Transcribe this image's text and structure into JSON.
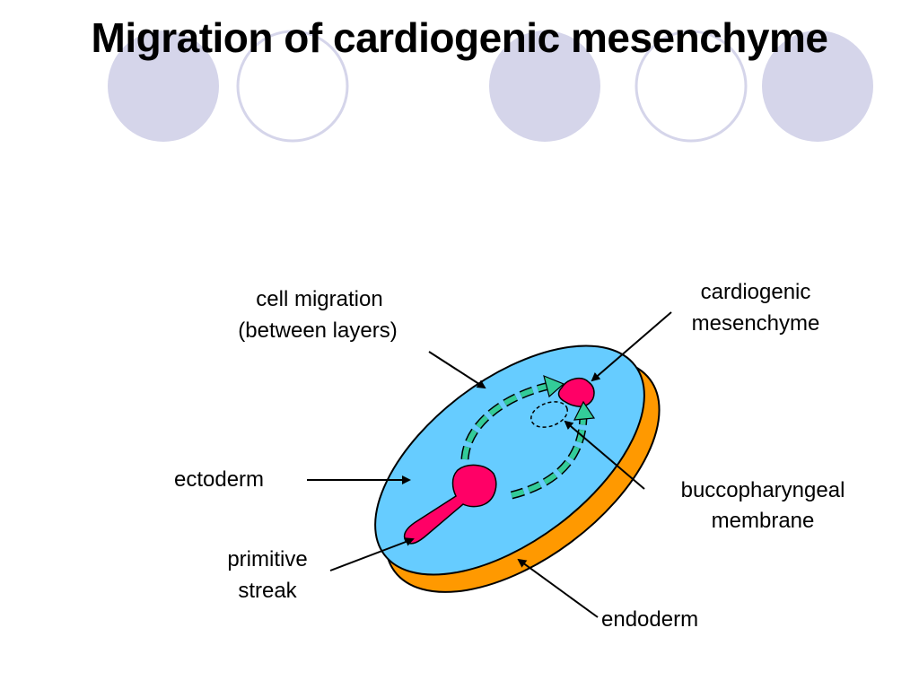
{
  "slide": {
    "title": "Migration of cardiogenic mesenchyme"
  },
  "diagram": {
    "labels": {
      "cell_migration_line1": "cell migration",
      "cell_migration_line2": "(between layers)",
      "cardiogenic_line1": "cardiogenic",
      "cardiogenic_line2": "mesenchyme",
      "ectoderm": "ectoderm",
      "buccopharyngeal_line1": "buccopharyngeal",
      "buccopharyngeal_line2": "membrane",
      "primitive_line1": "primitive",
      "primitive_line2": "streak",
      "endoderm": "endoderm"
    },
    "colors": {
      "ectoderm": "#66ccff",
      "endoderm": "#ff9900",
      "streak": "#ff0066",
      "cardiogenic": "#ff0066",
      "migration_arrows": "#33cc99",
      "decor_filled": "#d5d5ea",
      "decor_ring": "#d5d5ea"
    }
  }
}
